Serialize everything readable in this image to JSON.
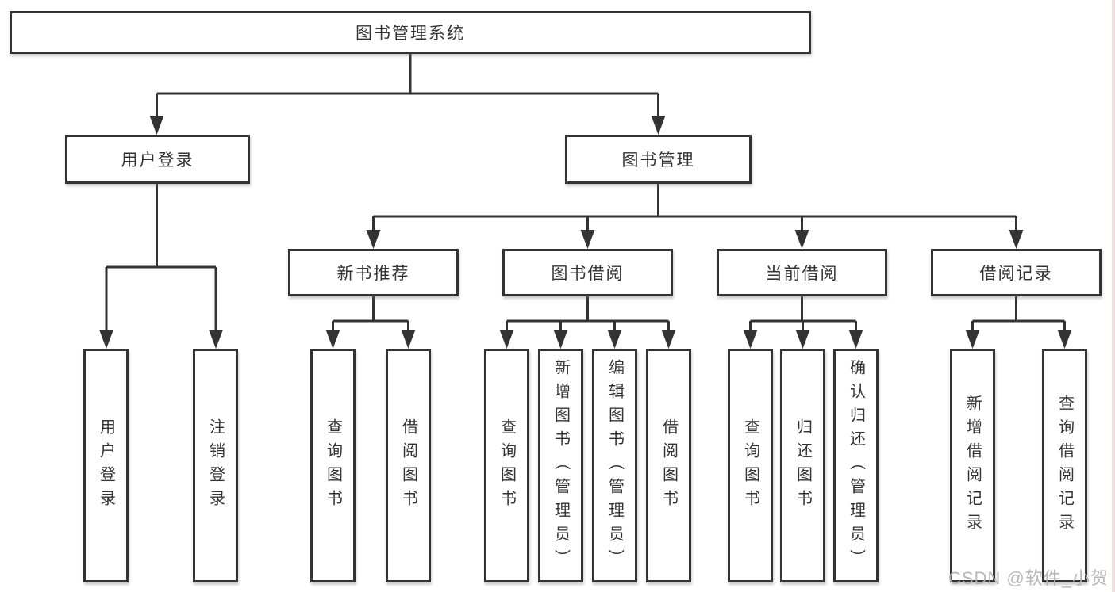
{
  "tree": {
    "root": {
      "label": "图书管理系统",
      "children": [
        {
          "label": "用户登录",
          "children": [
            {
              "label": "用户登录"
            },
            {
              "label": "注销登录"
            }
          ]
        },
        {
          "label": "图书管理",
          "children": [
            {
              "label": "新书推荐",
              "children": [
                {
                  "label": "查询图书"
                },
                {
                  "label": "借阅图书"
                }
              ]
            },
            {
              "label": "图书借阅",
              "children": [
                {
                  "label": "查询图书"
                },
                {
                  "label": "新增图书（管理员）"
                },
                {
                  "label": "编辑图书（管理员）"
                },
                {
                  "label": "借阅图书"
                }
              ]
            },
            {
              "label": "当前借阅",
              "children": [
                {
                  "label": "查询图书"
                },
                {
                  "label": "归还图书"
                },
                {
                  "label": "确认归还（管理员）"
                }
              ]
            },
            {
              "label": "借阅记录",
              "children": [
                {
                  "label": "新增借阅记录"
                },
                {
                  "label": "查询借阅记录"
                }
              ]
            }
          ]
        }
      ]
    }
  },
  "watermark": {
    "text": "CSDN @软件_小贺同学"
  },
  "colors": {
    "line": "#333333",
    "box_border": "#333333",
    "text": "#333333",
    "watermark": "#b0b0b0",
    "background": "#ffffff",
    "right_edge_tint": "#f4d6d6"
  }
}
